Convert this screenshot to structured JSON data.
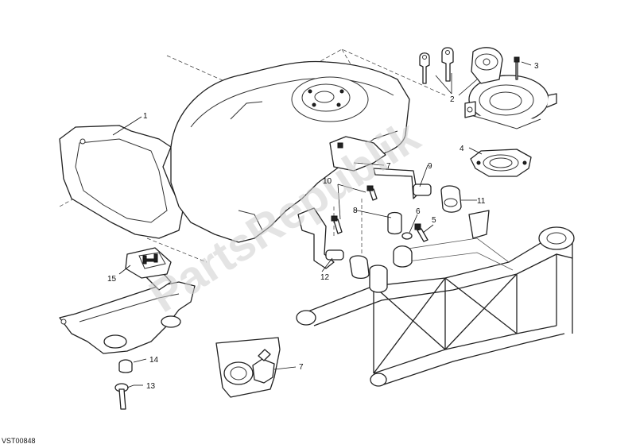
{
  "watermark": "PartsRepublik",
  "reference_code": "VST00848",
  "callouts": [
    {
      "id": "c1",
      "label": "1"
    },
    {
      "id": "c2",
      "label": "2"
    },
    {
      "id": "c3",
      "label": "3"
    },
    {
      "id": "c4",
      "label": "4"
    },
    {
      "id": "c5",
      "label": "5"
    },
    {
      "id": "c6",
      "label": "6"
    },
    {
      "id": "c7a",
      "label": "7"
    },
    {
      "id": "c7b",
      "label": "7"
    },
    {
      "id": "c8",
      "label": "8"
    },
    {
      "id": "c9",
      "label": "9"
    },
    {
      "id": "c10",
      "label": "10"
    },
    {
      "id": "c11",
      "label": "11"
    },
    {
      "id": "c12",
      "label": "12"
    },
    {
      "id": "c13",
      "label": "13"
    },
    {
      "id": "c14",
      "label": "14"
    },
    {
      "id": "c15",
      "label": "15"
    }
  ]
}
